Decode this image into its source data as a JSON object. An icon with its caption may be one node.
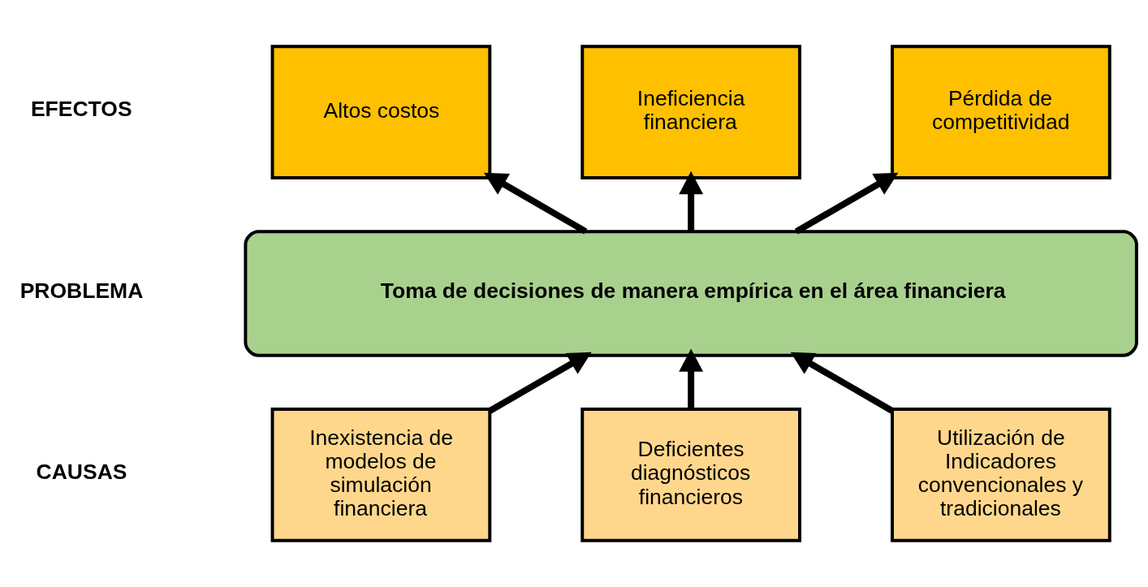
{
  "diagram": {
    "nodes": [
      {
        "text": [
          "Altos costos"
        ]
      },
      {
        "text": [
          "Ineficiencia financiera"
        ]
      },
      {
        "text": [
          "Pérdida de competitividad"
        ]
      },
      {
        "text": [
          "Toma de decisiones de manera empírica en el área financiera"
        ]
      },
      {
        "text": [
          "Inexistencia de modelos de simulación financiera"
        ]
      },
      {
        "text": [
          "Deficientes diagnósticos financieros"
        ]
      },
      {
        "text": [
          "Utilización de Indicadores convencionales y tradicionales"
        ]
      }
    ],
    "edges": [
      {
        "from": 3,
        "to": 0,
        "arrow": "to"
      },
      {
        "from": 3,
        "to": 1,
        "arrow": "to"
      },
      {
        "from": 3,
        "to": 2,
        "arrow": "to"
      },
      {
        "from": 4,
        "to": 3,
        "arrow": "to"
      },
      {
        "from": 5,
        "to": 3,
        "arrow": "to"
      },
      {
        "from": 6,
        "to": 3,
        "arrow": "to"
      }
    ],
    "labels": [
      "EFECTOS",
      "PROBLEMA",
      "CAUSAS"
    ]
  }
}
